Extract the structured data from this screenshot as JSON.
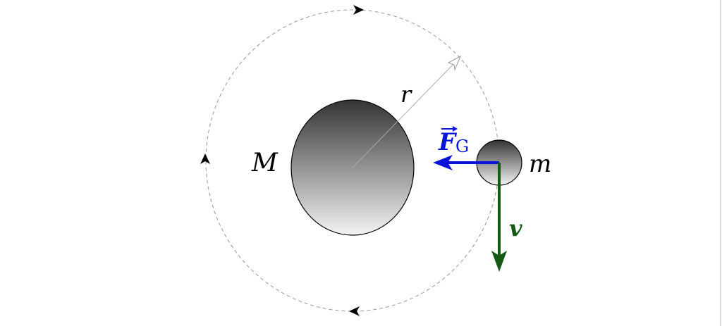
{
  "labels": {
    "central_mass": "M",
    "orbiting_mass": "m",
    "radius": "r",
    "force_symbol": "F",
    "force_subscript": "G",
    "velocity": "v"
  },
  "colors": {
    "force": "#0a14d8",
    "velocity": "#145a14",
    "orbit": "#999999",
    "radius_line": "#aaaaaa"
  }
}
